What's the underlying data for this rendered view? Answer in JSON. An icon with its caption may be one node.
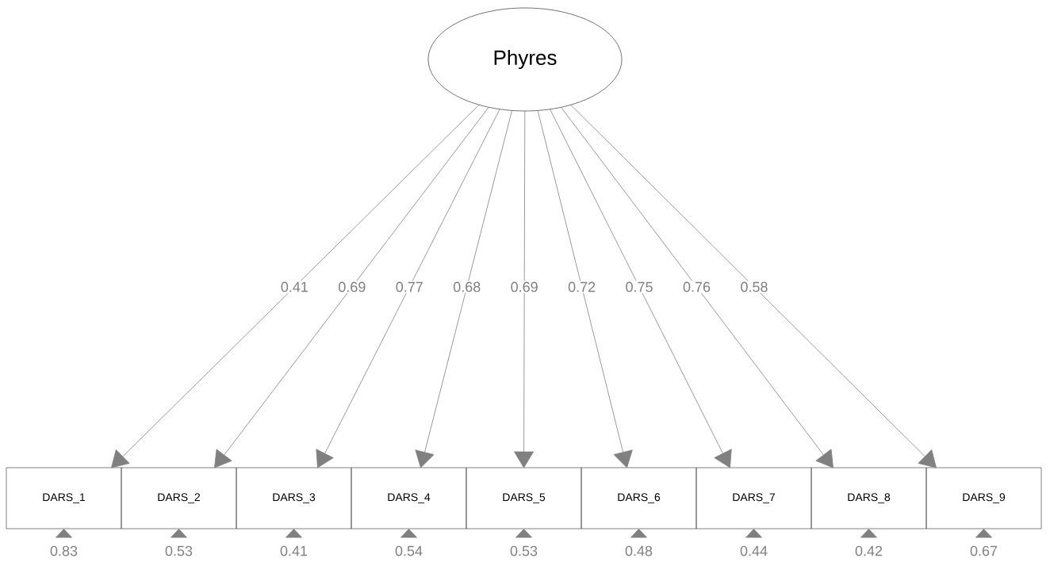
{
  "diagram": {
    "nodes": [
      {
        "text": [
          "Phyres"
        ]
      },
      {
        "text": [
          "DARS_1"
        ]
      },
      {
        "text": [
          "DARS_2"
        ]
      },
      {
        "text": [
          "DARS_3"
        ]
      },
      {
        "text": [
          "DARS_4"
        ]
      },
      {
        "text": [
          "DARS_5"
        ]
      },
      {
        "text": [
          "DARS_6"
        ]
      },
      {
        "text": [
          "DARS_7"
        ]
      },
      {
        "text": [
          "DARS_8"
        ]
      },
      {
        "text": [
          "DARS_9"
        ]
      }
    ],
    "edges": [
      {
        "from": 0,
        "to": 1,
        "arrow": "to",
        "label": "0.41"
      },
      {
        "from": 0,
        "to": 2,
        "arrow": "to",
        "label": "0.69"
      },
      {
        "from": 0,
        "to": 3,
        "arrow": "to",
        "label": "0.77"
      },
      {
        "from": 0,
        "to": 4,
        "arrow": "to",
        "label": "0.68"
      },
      {
        "from": 0,
        "to": 5,
        "arrow": "to",
        "label": "0.69"
      },
      {
        "from": 0,
        "to": 6,
        "arrow": "to",
        "label": "0.72"
      },
      {
        "from": 0,
        "to": 7,
        "arrow": "to",
        "label": "0.75"
      },
      {
        "from": 0,
        "to": 8,
        "arrow": "to",
        "label": "0.76"
      },
      {
        "from": 0,
        "to": 9,
        "arrow": "to",
        "label": "0.58"
      },
      {
        "from": null,
        "to": 1,
        "arrow": "to",
        "label": "0.83"
      },
      {
        "from": null,
        "to": 2,
        "arrow": "to",
        "label": "0.53"
      },
      {
        "from": null,
        "to": 3,
        "arrow": "to",
        "label": "0.41"
      },
      {
        "from": null,
        "to": 4,
        "arrow": "to",
        "label": "0.54"
      },
      {
        "from": null,
        "to": 5,
        "arrow": "to",
        "label": "0.53"
      },
      {
        "from": null,
        "to": 6,
        "arrow": "to",
        "label": "0.48"
      },
      {
        "from": null,
        "to": 7,
        "arrow": "to",
        "label": "0.44"
      },
      {
        "from": null,
        "to": 8,
        "arrow": "to",
        "label": "0.42"
      },
      {
        "from": null,
        "to": 9,
        "arrow": "to",
        "label": "0.67"
      }
    ]
  }
}
